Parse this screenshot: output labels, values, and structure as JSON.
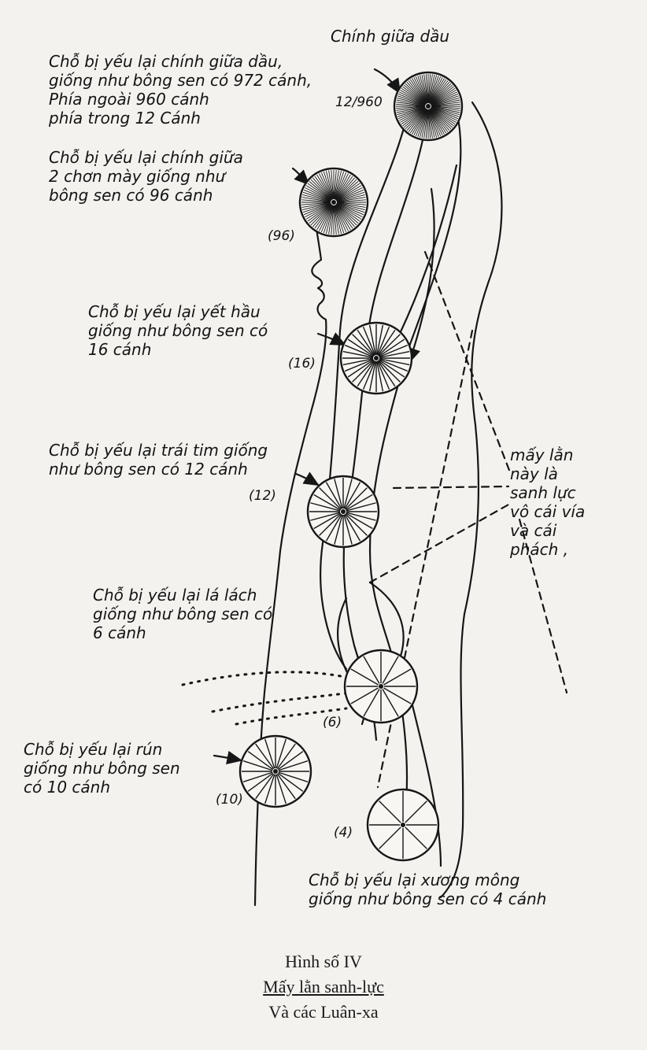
{
  "labels": {
    "center_top": "Chính giữa dầu",
    "crown": [
      "Chỗ bị yếu lại chính giữa dầu,",
      "giống như bông sen có 972 cánh,",
      "Phía ngoài 960 cánh",
      "phía trong 12 Cánh"
    ],
    "crown_count": "12/960",
    "brow": [
      "Chỗ bị yếu lại chính giữa",
      "2 chơn mày giống như",
      "bông sen có 96 cánh"
    ],
    "brow_count": "(96)",
    "throat": [
      "Chỗ bị yếu lại yết hầu",
      "giống như bông sen có",
      "16 cánh"
    ],
    "throat_count": "(16)",
    "heart": [
      "Chỗ bị yếu lại trái tim giống",
      "như bông sen có 12 cánh"
    ],
    "heart_count": "(12)",
    "spleen": [
      "Chỗ bị yếu lại lá lách",
      "giống như bông sen có",
      "6 cánh"
    ],
    "spleen_count": "(6)",
    "navel": [
      "Chỗ bị yếu lại rún",
      "giống như bông sen",
      "có 10 cánh"
    ],
    "navel_count": "(10)",
    "root": [
      "Chỗ bị yếu lại xương mông",
      "giống như bông sen có 4 cánh"
    ],
    "root_count": "(4)",
    "energy_note": [
      "mấy lằn",
      "này là",
      "sanh lực",
      "vô cái vía",
      "và cái",
      "phách ,"
    ]
  },
  "caption": {
    "title": "Hình số IV",
    "line1": "Mấy lằn sanh-lực",
    "line2": "Và các Luân-xa"
  },
  "colors": {
    "ink": "#161616",
    "paper": "#f3f2ee"
  }
}
